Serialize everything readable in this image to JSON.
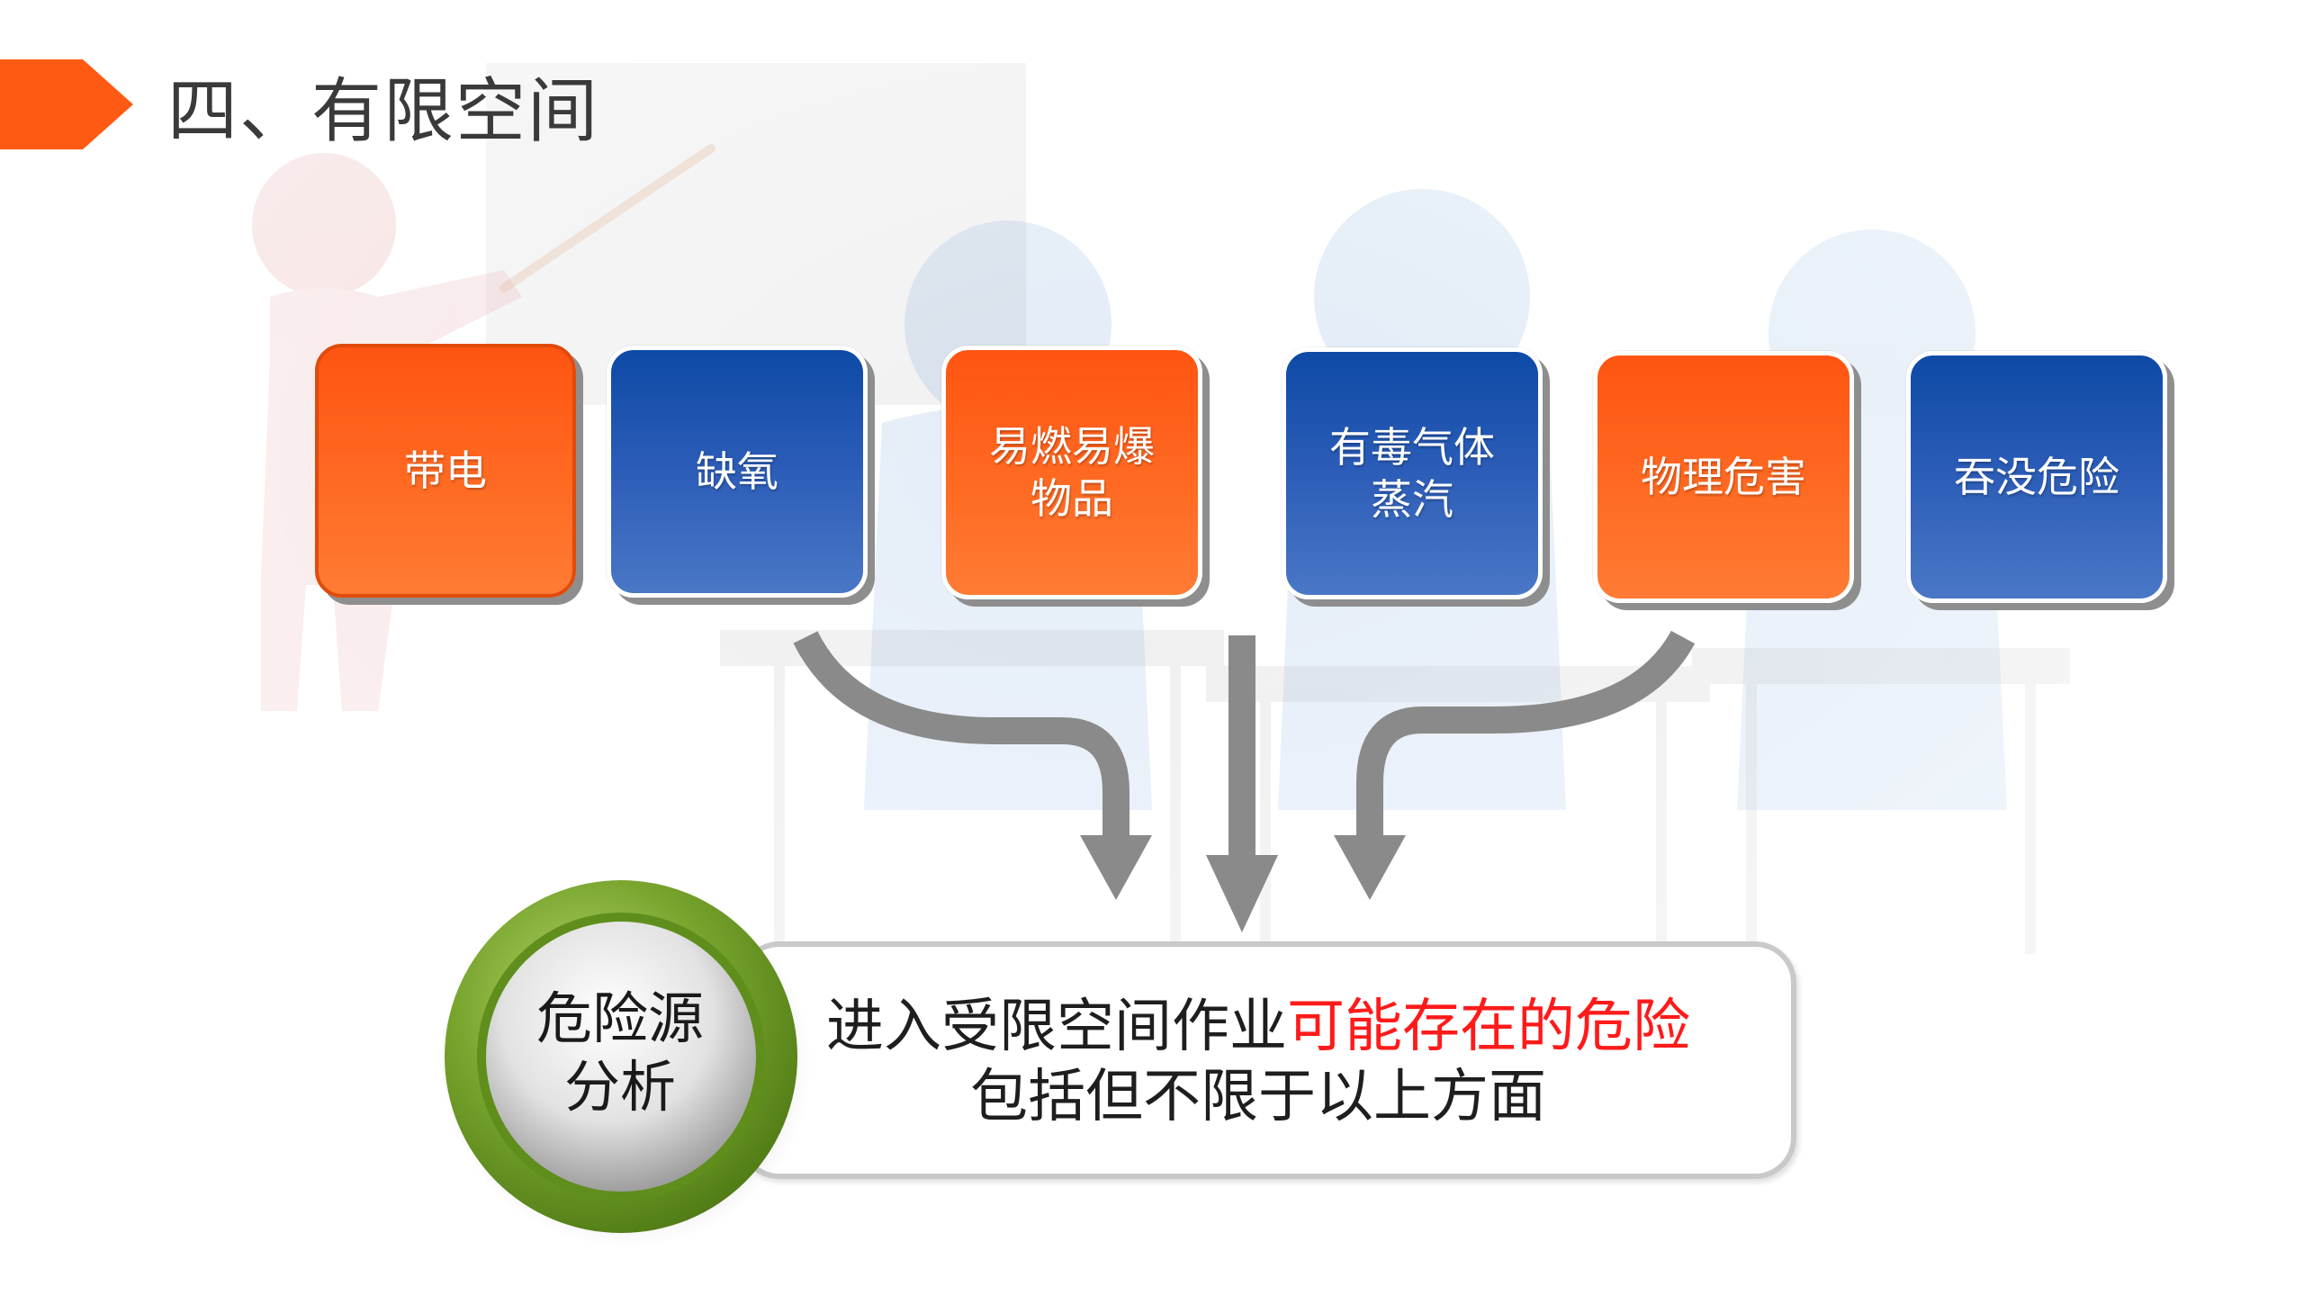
{
  "slide": {
    "title": "四、有限空间"
  },
  "colors": {
    "accent_orange": "#ff5a14",
    "card_blue": "#1f53ae",
    "highlight_red": "#ff1a1a",
    "badge_green": "#76a32c"
  },
  "hazards": [
    {
      "lines": [
        "带电"
      ],
      "color": "orange"
    },
    {
      "lines": [
        "缺氧"
      ],
      "color": "blue"
    },
    {
      "lines": [
        "易燃易爆",
        "物品"
      ],
      "color": "orange"
    },
    {
      "lines": [
        "有毒气体",
        "蒸汽"
      ],
      "color": "blue"
    },
    {
      "lines": [
        "物理危害"
      ],
      "color": "orange"
    },
    {
      "lines": [
        "吞没危险"
      ],
      "color": "blue"
    }
  ],
  "analysis": {
    "badge_lines": [
      "危险源",
      "分析"
    ],
    "summary_prefix": "进入受限空间作业",
    "summary_highlight": "可能存在的危险",
    "summary_line2": "包括但不限于以上方面"
  }
}
